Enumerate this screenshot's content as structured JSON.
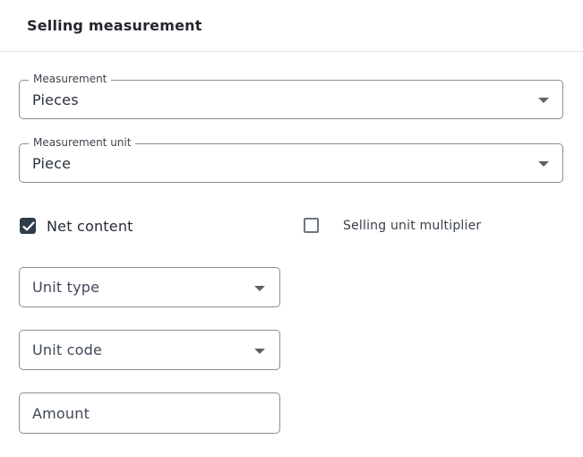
{
  "header": {
    "title": "Selling measurement"
  },
  "form": {
    "measurement": {
      "label": "Measurement",
      "value": "Pieces"
    },
    "measurement_unit": {
      "label": "Measurement unit",
      "value": "Piece"
    },
    "net_content": {
      "label": "Net content",
      "checked": true
    },
    "selling_unit_multiplier": {
      "label": "Selling unit multiplier",
      "checked": false
    },
    "unit_type": {
      "placeholder": "Unit type"
    },
    "unit_code": {
      "placeholder": "Unit code"
    },
    "amount": {
      "placeholder": "Amount"
    }
  },
  "icons": {
    "dropdown_arrow": "chevron-down-filled-triangle",
    "checkmark": "white-check"
  },
  "colors": {
    "background": "#ffffff",
    "divider": "#e2e2e4",
    "field_border": "#878e96",
    "text_primary": "#262b33",
    "text_value": "#2c323d",
    "label_gray": "#3d444e",
    "checkbox_checked_bg": "#2e3d49",
    "checkbox_unchecked_border": "#6e7780"
  }
}
